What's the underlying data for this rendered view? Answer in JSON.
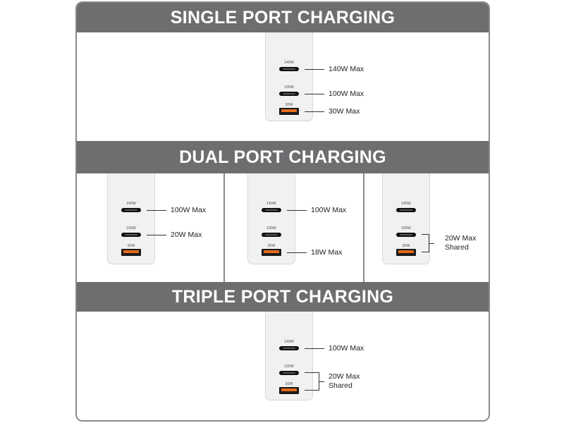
{
  "sections": {
    "single": {
      "title": "SINGLE PORT CHARGING"
    },
    "dual": {
      "title": "DUAL PORT CHARGING"
    },
    "triple": {
      "title": "TRIPLE PORT CHARGING"
    }
  },
  "ports": {
    "c1": "140W",
    "c2": "100W",
    "a": "30W"
  },
  "callouts": {
    "single_c1": "140W Max",
    "single_c2": "100W Max",
    "single_a": "30W Max",
    "dual1_c1": "100W Max",
    "dual1_c2": "20W Max",
    "dual2_c1": "100W Max",
    "dual2_a": "18W Max",
    "dual3_shared_1": "20W Max",
    "dual3_shared_2": "Shared",
    "triple_c1": "100W Max",
    "triple_shared_1": "20W Max",
    "triple_shared_2": "Shared"
  },
  "colors": {
    "banner": "#6d6e70",
    "border": "#8a8a8a",
    "usb_a_insert": "#e56a1a"
  }
}
